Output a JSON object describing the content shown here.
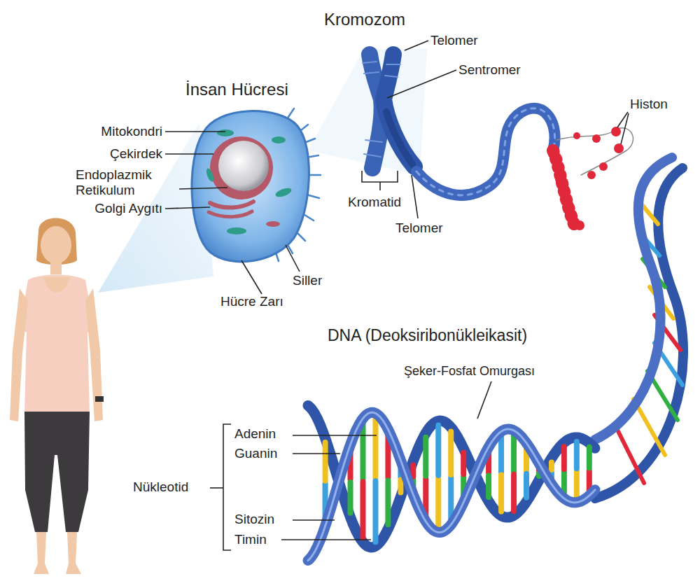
{
  "diagram": {
    "labels": [
      "Kromozom",
      "Telomer",
      "Sentromer",
      "Histon",
      "İnsan Hücresi",
      "Mitokondri",
      "Çekirdek",
      "Endoplazmik Retikulum",
      "Golgi Aygıtı",
      "Kromatid",
      "Telomer",
      "Siller",
      "Hücre Zarı",
      "DNA (Deoksiribonükleikasit)",
      "Şeker-Fosfat Omurgası",
      "Adenin",
      "Guanin",
      "Nükleotid",
      "Sitozin",
      "Timin"
    ]
  }
}
